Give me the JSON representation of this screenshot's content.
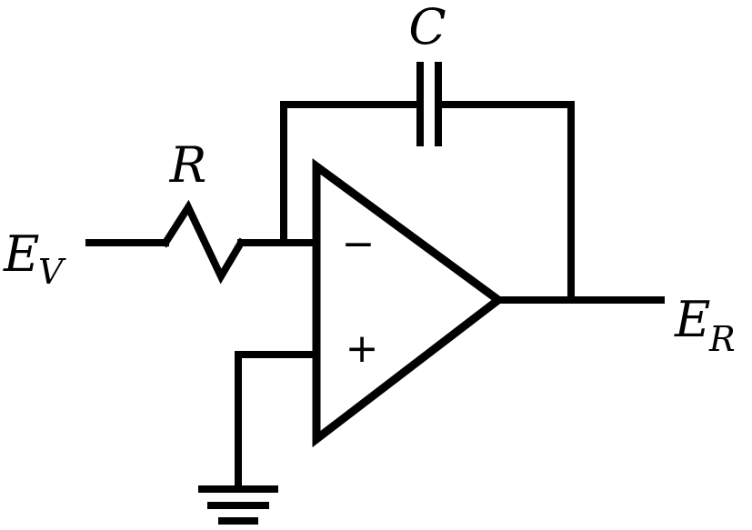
{
  "diagram": {
    "labels": {
      "capacitor": "C",
      "resistor": "R",
      "input_main": "E",
      "input_sub": "V",
      "output_main": "E",
      "output_sub": "R"
    },
    "opamp": {
      "inverting_sign": "−",
      "noninverting_sign": "+"
    },
    "components": [
      "resistor",
      "capacitor",
      "op-amp",
      "ground"
    ]
  }
}
